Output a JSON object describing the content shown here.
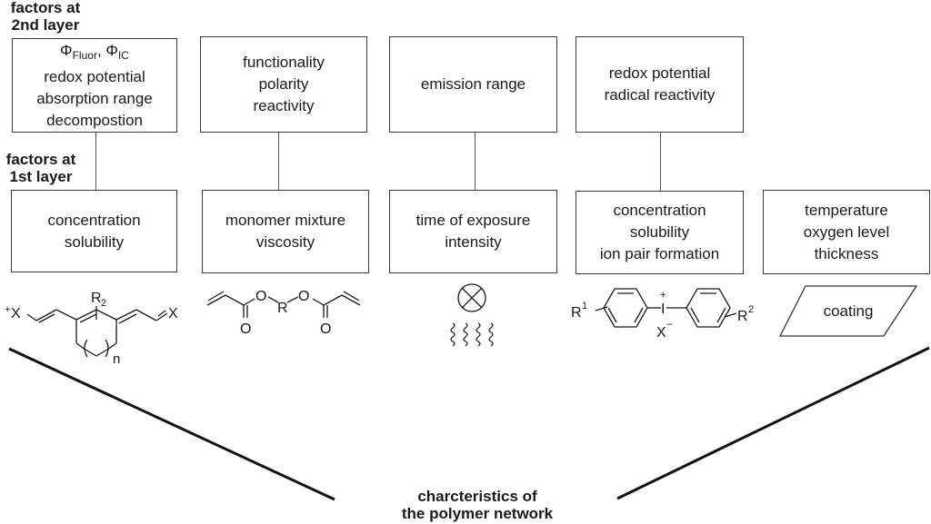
{
  "labels": {
    "second_layer": [
      "factors at",
      "2nd layer"
    ],
    "first_layer": [
      "factors at",
      "1st layer"
    ],
    "bottom": [
      "charcteristics of",
      "the polymer network"
    ]
  },
  "columns": [
    {
      "id": "photoinitiator",
      "second_layer": {
        "phi_symbol": "Φ",
        "phi_sub_1": "Fluor",
        "phi_sep": ", ",
        "phi_sub_2": "IC",
        "lines": [
          "redox potential",
          "absorption range",
          "decompostion"
        ]
      },
      "first_layer": [
        "concentration",
        "solubility"
      ],
      "structure": {
        "name": "cyanine-dye",
        "labels": {
          "r": "R",
          "r_sub": "2",
          "x_left": "X",
          "x_left_charge": "+",
          "x_right": "X",
          "n": "n"
        }
      }
    },
    {
      "id": "monomer",
      "second_layer": {
        "lines": [
          "functionality",
          "polarity",
          "reactivity"
        ]
      },
      "first_layer": [
        "monomer mixture",
        "viscosity"
      ],
      "structure": {
        "name": "diacrylate",
        "labels": {
          "o_left": "O",
          "r": "R",
          "o_right": "O",
          "carbonyl_o_left": "O",
          "carbonyl_o_right": "O"
        }
      }
    },
    {
      "id": "light",
      "second_layer": {
        "lines": [
          "emission range"
        ]
      },
      "first_layer": [
        "time of exposure",
        "intensity"
      ],
      "structure": {
        "name": "lamp-with-emission"
      }
    },
    {
      "id": "iodonium",
      "second_layer": {
        "lines": [
          "redox potential",
          "radical reactivity"
        ]
      },
      "first_layer": [
        "concentration",
        "solubility",
        "ion pair formation"
      ],
      "structure": {
        "name": "diaryliodonium-salt",
        "labels": {
          "r1": "R",
          "r1_sup": "1",
          "r2": "R",
          "r2_sup": "2",
          "iodine": "I",
          "iodine_charge": "+",
          "counterion": "X",
          "counterion_charge": "−"
        }
      }
    },
    {
      "id": "environment",
      "first_layer": [
        "temperature",
        "oxygen level",
        "thickness"
      ],
      "structure": {
        "name": "coating",
        "label": "coating"
      }
    }
  ]
}
